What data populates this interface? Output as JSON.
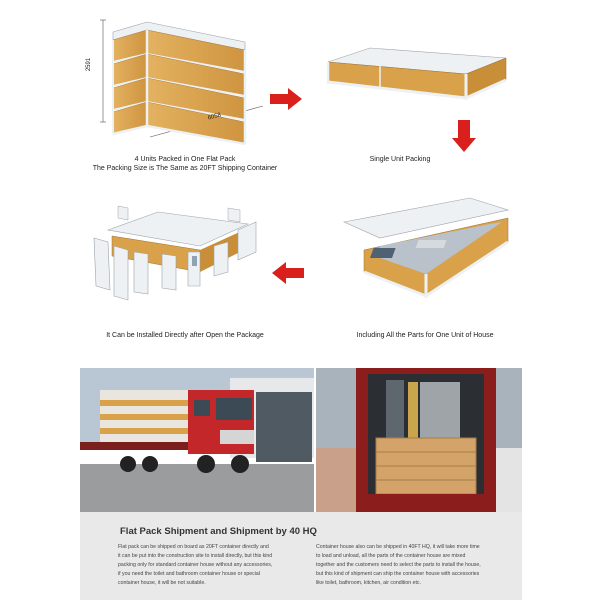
{
  "dimensions": {
    "height": "2591",
    "length": "6058"
  },
  "captions": {
    "stack_line1": "4 Units Packed in One Flat Pack",
    "stack_line2": "The Packing Size is The Same as 20FT Shipping Container",
    "single": "Single Unit Packing",
    "installed": "It Can be Installed Directly after Open the Package",
    "parts": "Including All the Parts for One Unit of House"
  },
  "section": {
    "title": "Flat Pack Shipment and Shipment by 40  HQ",
    "left_text": "Flat pack can be shipped on board as 20FT container directly and\nit can be put into the construction site to install directly, but this kind\npacking only for standard container house without any accessories,\nif you need the toilet and bathroom container house or special\ncontainer house, it will be not suitable.",
    "right_text": "Container house also can be shipped in 40FT HQ, it will take more time\nto load and unload, all the parts of the container house are mixed\ntogether and the customers need to select the parts to install the house,\nbut this kind of shipment can ship the container house with accessories\nlike toilet, bathroom, kitchen, air condition etc."
  },
  "colors": {
    "arrow": "#d9201c",
    "panel_wood": "#d9a24a",
    "frame": "#e8ecf0",
    "section_bg": "#e9e9e9",
    "truck_cab": "#c4272a"
  },
  "icons": {
    "arrow_right": "arrow-right-icon",
    "arrow_down": "arrow-down-icon",
    "arrow_left": "arrow-left-icon"
  }
}
